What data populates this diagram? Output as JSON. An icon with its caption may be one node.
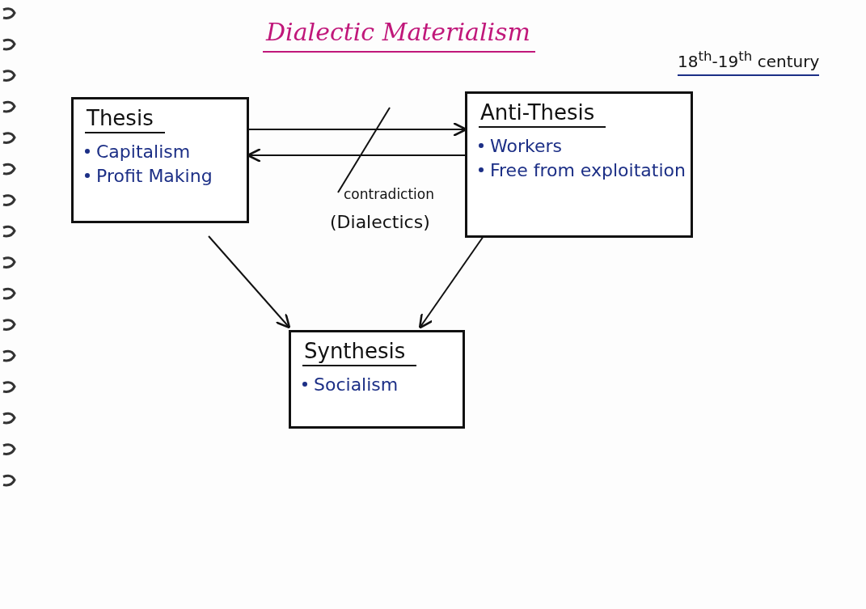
{
  "diagram": {
    "title": "Dialectic Materialism",
    "nodes": [
      {
        "text": [
          "Thesis",
          "Capitalism",
          "Profit Making"
        ]
      },
      {
        "text": [
          "Anti-Thesis",
          "Workers",
          "Free from exploitation"
        ]
      },
      {
        "text": [
          "Synthesis",
          "Socialism"
        ]
      }
    ],
    "edges": [
      {
        "from": 0,
        "to": 1,
        "arrow": "to"
      },
      {
        "from": 1,
        "to": 0,
        "arrow": "to"
      },
      {
        "from": 0,
        "to": 2,
        "arrow": "to"
      },
      {
        "from": 1,
        "to": 2,
        "arrow": "to"
      }
    ],
    "labels": [
      "18$^{th}$-19$^{th}$ century",
      "contradiction",
      "(Dialectics)"
    ]
  }
}
